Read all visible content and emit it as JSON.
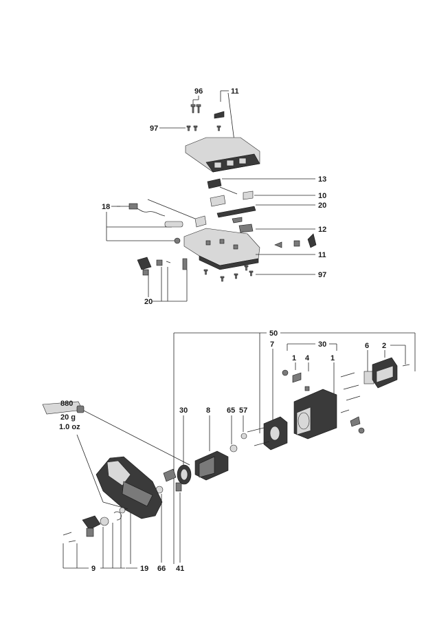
{
  "upper_group": {
    "labels": [
      "96",
      "11",
      "97",
      "13",
      "10",
      "18",
      "20",
      "12",
      "11",
      "97",
      "20"
    ]
  },
  "lower_group": {
    "labels": [
      "50",
      "30",
      "7",
      "6",
      "2",
      "1",
      "4",
      "1",
      "880",
      "30",
      "8",
      "65",
      "57",
      "9",
      "19",
      "66",
      "41"
    ],
    "grease": {
      "code": "880",
      "weight_g": "20 g",
      "weight_oz": "1.0 oz"
    }
  }
}
